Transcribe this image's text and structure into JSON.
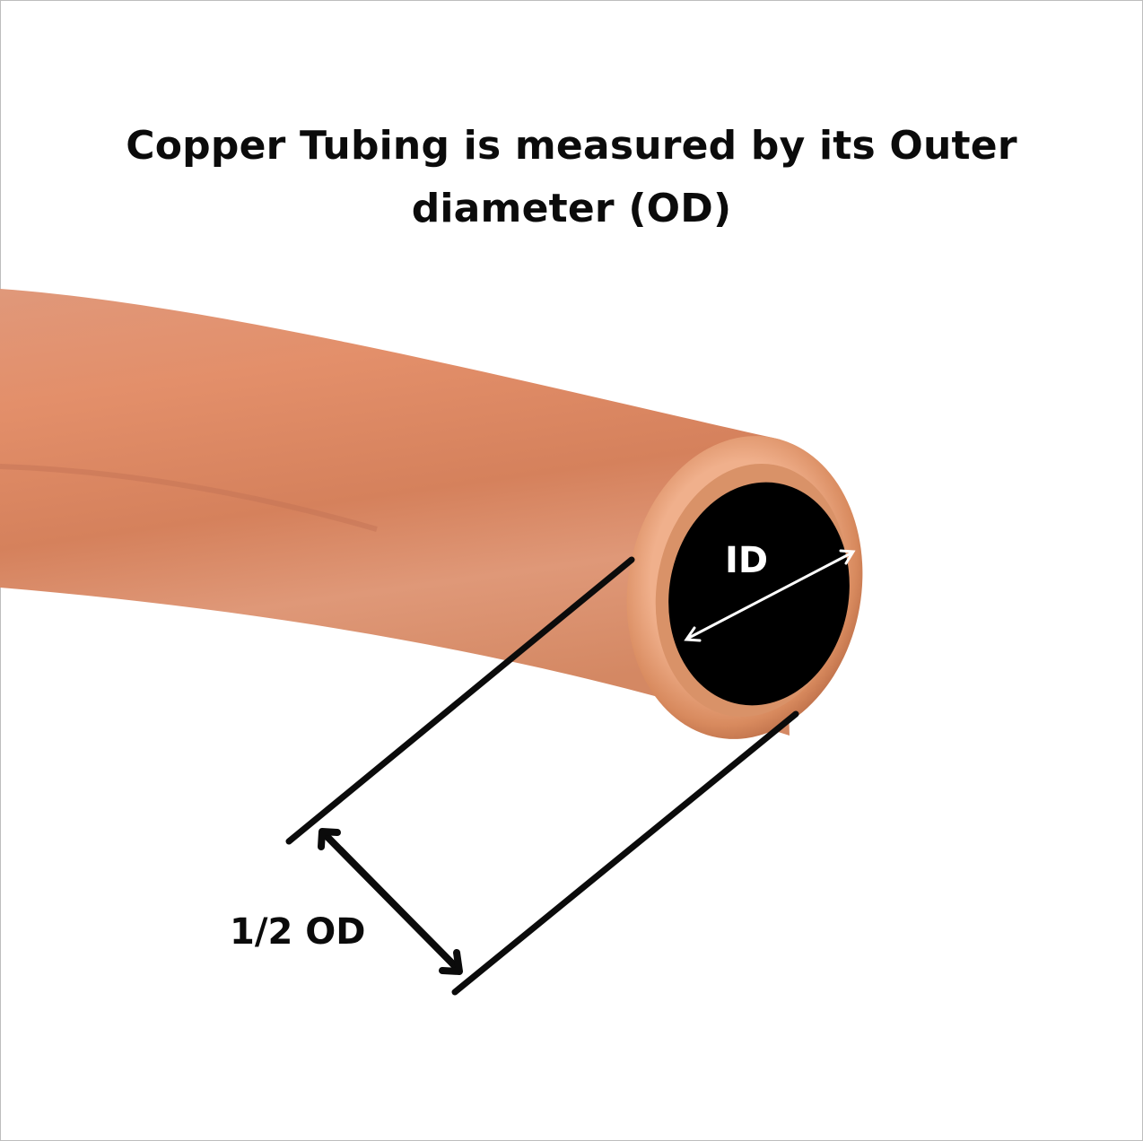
{
  "title": {
    "line1": "Copper Tubing is measured by its Outer",
    "line2": "diameter (OD)"
  },
  "labels": {
    "inner_diameter": "ID",
    "outer_diameter": "1/2 OD"
  },
  "colors": {
    "copper_light": "#e9a283",
    "copper_mid": "#d9835e",
    "copper_dark": "#b8603d",
    "bore": "#000000",
    "annotation": "#0b0b0b",
    "id_arrow": "#ffffff"
  }
}
